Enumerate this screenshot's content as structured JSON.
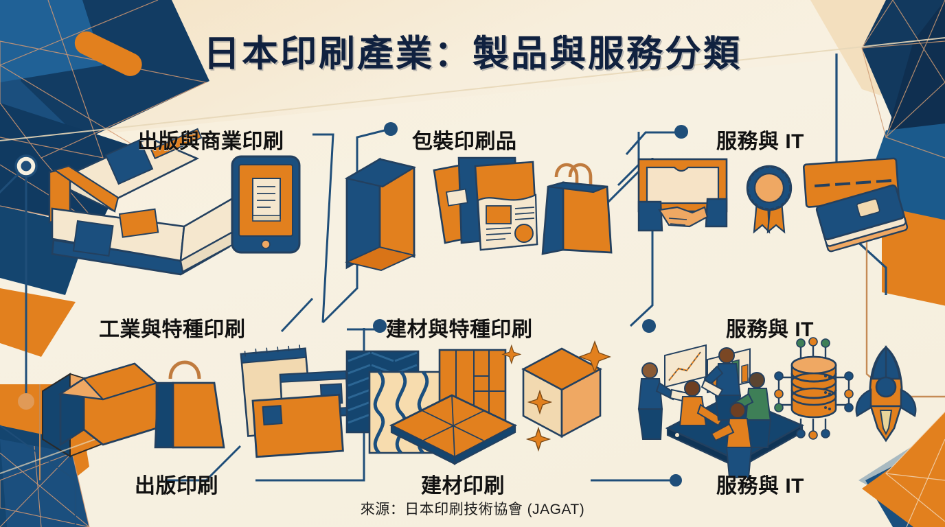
{
  "title": "日本印刷產業：製品與服務分類",
  "source": "來源：日本印刷技術協會 (JAGAT)",
  "colors": {
    "background": "#F7F1E0",
    "navy": "#1B4F7E",
    "deep_navy": "#10213F",
    "orange": "#E2801E",
    "light_orange": "#EFA863",
    "cream": "#F5E7CE",
    "line": "#1F4E79",
    "dot_orange": "#E09A57"
  },
  "labels": [
    {
      "id": "publishing-commercial-printing",
      "text": "出版與商業印刷",
      "row": 1,
      "col": 1
    },
    {
      "id": "packaging-printed-goods",
      "text": "包裝印刷品",
      "row": 1,
      "col": 2
    },
    {
      "id": "services-and-it-top",
      "text": "服務與 IT",
      "row": 1,
      "col": 3
    },
    {
      "id": "industrial-special-printing",
      "text": "工業與特種印刷",
      "row": 2,
      "col": 1
    },
    {
      "id": "building-material-special-printing",
      "text": "建材與特種印刷",
      "row": 2,
      "col": 2
    },
    {
      "id": "services-and-it-mid",
      "text": "服務與 IT",
      "row": 2,
      "col": 3
    },
    {
      "id": "publishing-printing",
      "text": "出版印刷",
      "row": 3,
      "col": 1
    },
    {
      "id": "building-material-printing",
      "text": "建材印刷",
      "row": 3,
      "col": 2
    },
    {
      "id": "services-and-it-bottom",
      "text": "服務與 IT",
      "row": 3,
      "col": 3
    }
  ],
  "illustrations": [
    {
      "id": "books-and-tablet",
      "items": [
        "open-book-icon",
        "stacked-book-icon",
        "tablet-reader-icon"
      ]
    },
    {
      "id": "packaging-set",
      "items": [
        "carton-box-icon",
        "brochure-stack-icon",
        "shopping-bag-icon"
      ]
    },
    {
      "id": "services-set",
      "items": [
        "handshake-certificate-icon",
        "award-rosette-icon",
        "card-stack-icon"
      ]
    },
    {
      "id": "industrial-set",
      "items": [
        "gable-carton-icon",
        "paper-bag-icon",
        "stationery-set-icon"
      ]
    },
    {
      "id": "building-material-set",
      "items": [
        "herringbone-tile-icon",
        "pattern-tile-icon",
        "flooring-panel-icon",
        "cube-icon",
        "sparkle-icon"
      ]
    },
    {
      "id": "it-set",
      "items": [
        "team-collaboration-icon",
        "database-network-icon",
        "rocket-icon"
      ]
    }
  ]
}
